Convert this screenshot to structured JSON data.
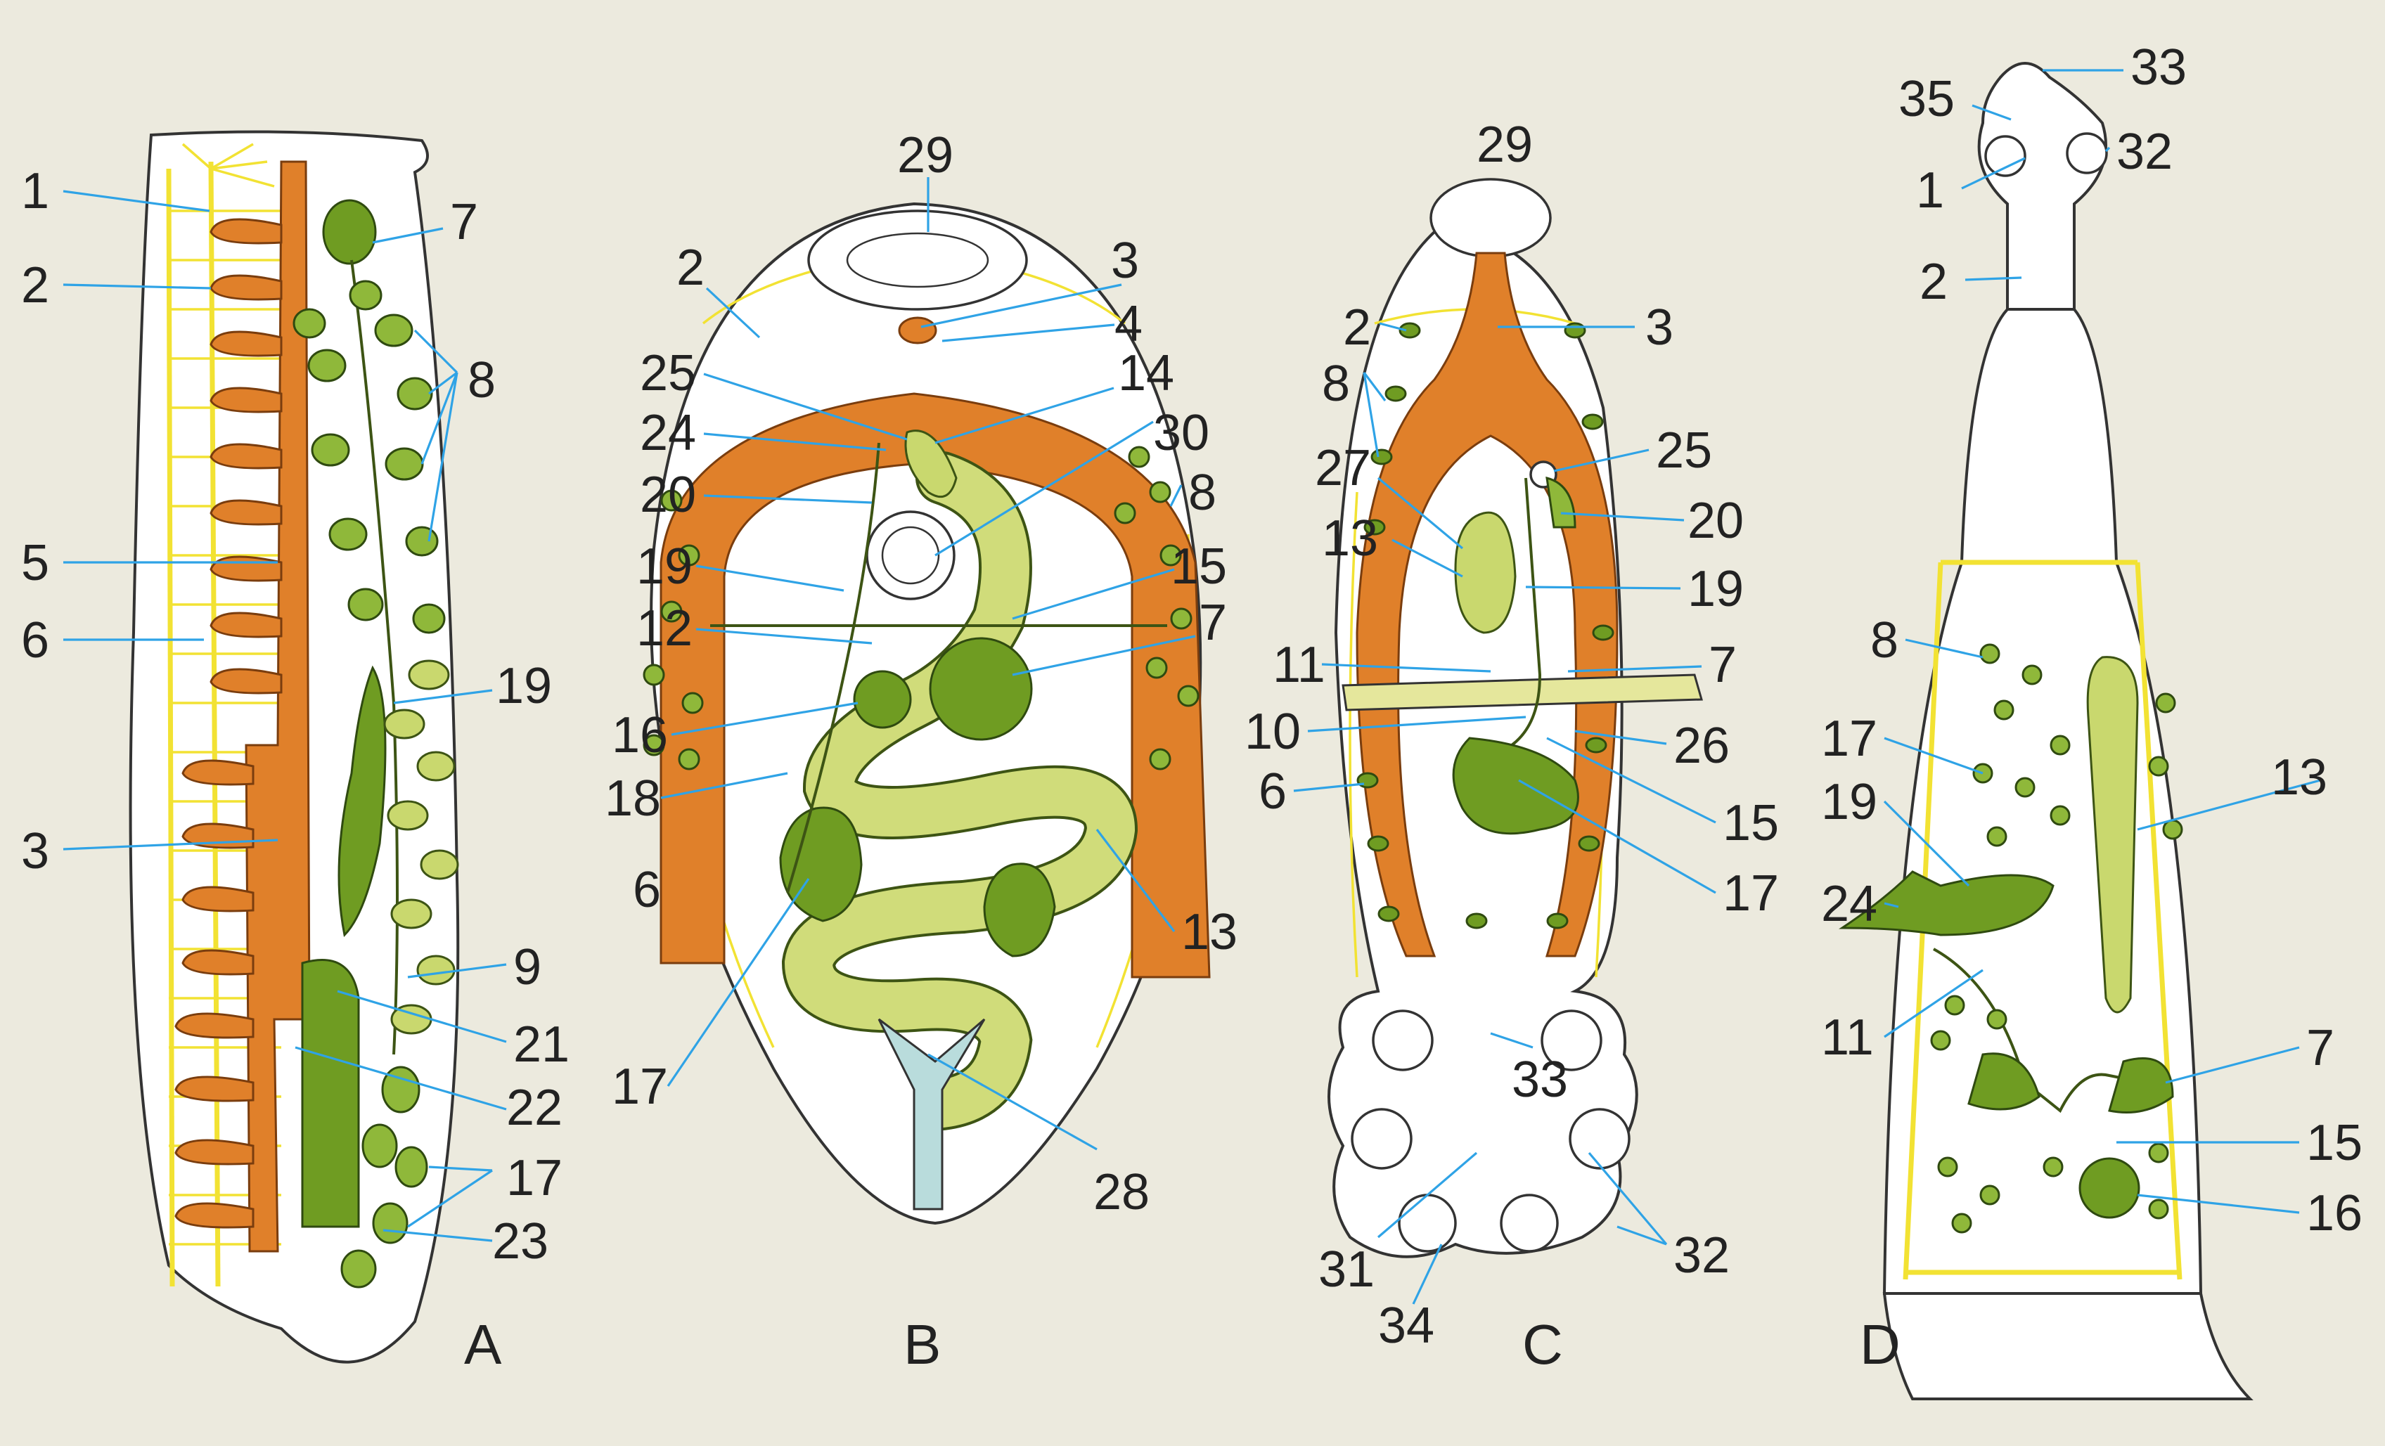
{
  "panels": [
    "A",
    "B",
    "C",
    "D"
  ],
  "labels": {
    "A": [
      "1",
      "2",
      "5",
      "6",
      "3",
      "7",
      "8",
      "19",
      "9",
      "21",
      "22",
      "17",
      "23"
    ],
    "B": [
      "29",
      "2",
      "3",
      "4",
      "25",
      "14",
      "24",
      "30",
      "20",
      "8",
      "19",
      "15",
      "12",
      "7",
      "16",
      "18",
      "6",
      "13",
      "17",
      "28"
    ],
    "C": [
      "29",
      "2",
      "3",
      "8",
      "25",
      "27",
      "20",
      "13",
      "19",
      "11",
      "7",
      "10",
      "26",
      "6",
      "15",
      "17",
      "33",
      "31",
      "32",
      "34"
    ],
    "D": [
      "33",
      "35",
      "32",
      "1",
      "2",
      "8",
      "17",
      "13",
      "19",
      "24",
      "11",
      "7",
      "15",
      "16"
    ]
  },
  "colors": {
    "background": "#eceade",
    "gut": "#e0802a",
    "nerve": "#f2e233",
    "reproductive_dark": "#6f9c22",
    "reproductive_light": "#c9d86e",
    "leader": "#2fa3e6"
  }
}
